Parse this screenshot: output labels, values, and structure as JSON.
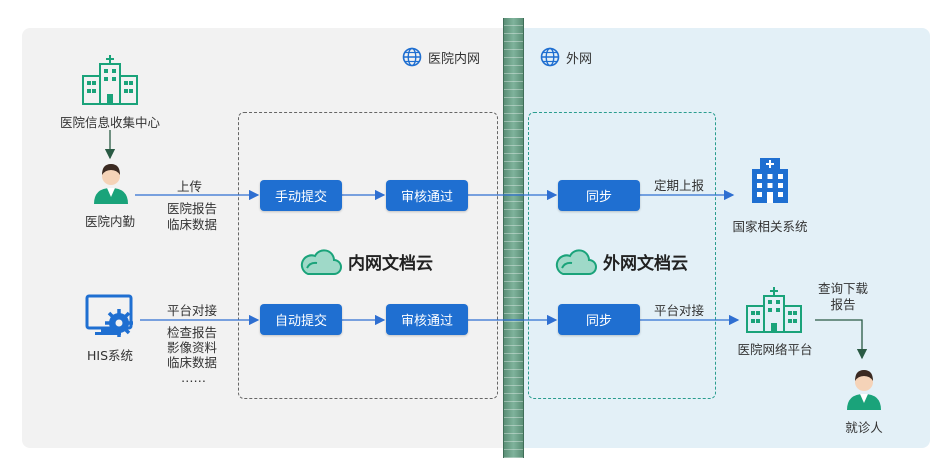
{
  "zones": {
    "intranet_label": "医院内网",
    "external_label": "外网"
  },
  "actors": {
    "info_center": "医院信息收集中心",
    "hospital_staff": "医院内勤",
    "his_system": "HIS系统",
    "national_system": "国家相关系统",
    "hospital_platform": "医院网络平台",
    "patient": "就诊人"
  },
  "edge_labels": {
    "upload": "上传",
    "upload_items": [
      "医院报告",
      "临床数据"
    ],
    "platform_dock_left": "平台对接",
    "platform_items": [
      "检查报告",
      "影像资料",
      "临床数据",
      "……"
    ],
    "regular_report": "定期上报",
    "platform_dock_right": "平台对接",
    "query_download": [
      "查询下载",
      "报告"
    ]
  },
  "buttons": {
    "manual_submit": "手动提交",
    "review_pass_1": "审核通过",
    "auto_submit": "自动提交",
    "review_pass_2": "审核通过",
    "sync_1": "同步",
    "sync_2": "同步"
  },
  "clouds": {
    "intranet": "内网文档云",
    "external": "外网文档云"
  },
  "colors": {
    "accent_blue": "#1f6fd1",
    "icon_green": "#1aa37a",
    "arrow_blue": "#2f6fd1"
  }
}
